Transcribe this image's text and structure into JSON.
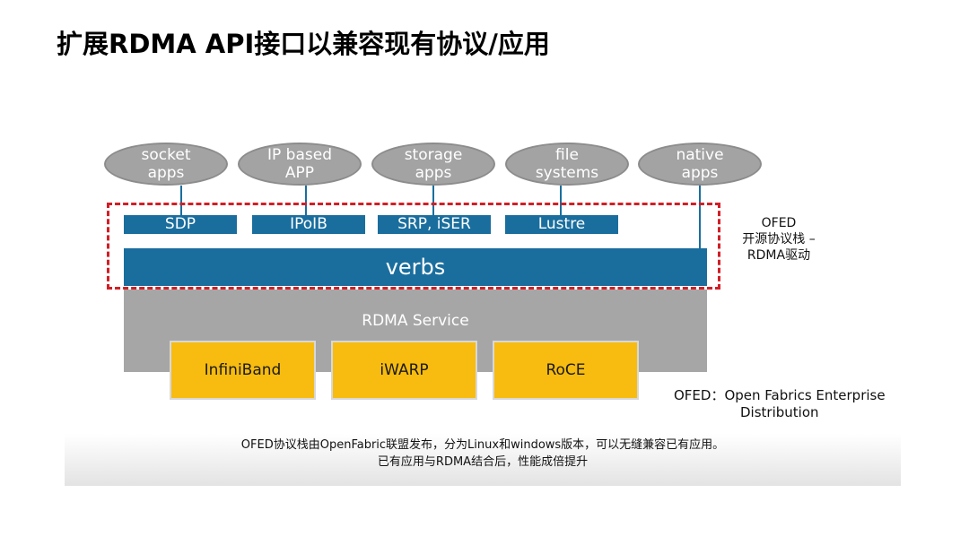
{
  "title": "扩展RDMA API接口以兼容现有协议/应用",
  "apps": [
    {
      "line1": "socket",
      "line2": "apps"
    },
    {
      "line1": "IP based",
      "line2": "APP"
    },
    {
      "line1": "storage",
      "line2": "apps"
    },
    {
      "line1": "file",
      "line2": "systems"
    },
    {
      "line1": "native",
      "line2": "apps"
    }
  ],
  "protocols": [
    "SDP",
    "IPoIB",
    "SRP, iSER",
    "Lustre"
  ],
  "verbs": "verbs",
  "rdma_service": "RDMA Service",
  "transports": [
    "InfiniBand",
    "iWARP",
    "RoCE"
  ],
  "ofed_stack_note": {
    "line1": "OFED",
    "line2": "开源协议栈 –",
    "line3": "RDMA驱动"
  },
  "ofed_definition": {
    "line1": "OFED：Open Fabrics Enterprise",
    "line2": "Distribution"
  },
  "footer": {
    "line1": "OFED协议栈由OpenFabric联盟发布，分为Linux和windows版本，可以无缝兼容已有应用。",
    "line2": "已有应用与RDMA结合后，性能成倍提升"
  },
  "colors": {
    "accent_blue": "#1a6e9e",
    "app_gray": "#a3a3a3",
    "service_gray": "#a6a6a6",
    "transport_yellow": "#f7bc0f",
    "dashed_red": "#d11f26"
  }
}
